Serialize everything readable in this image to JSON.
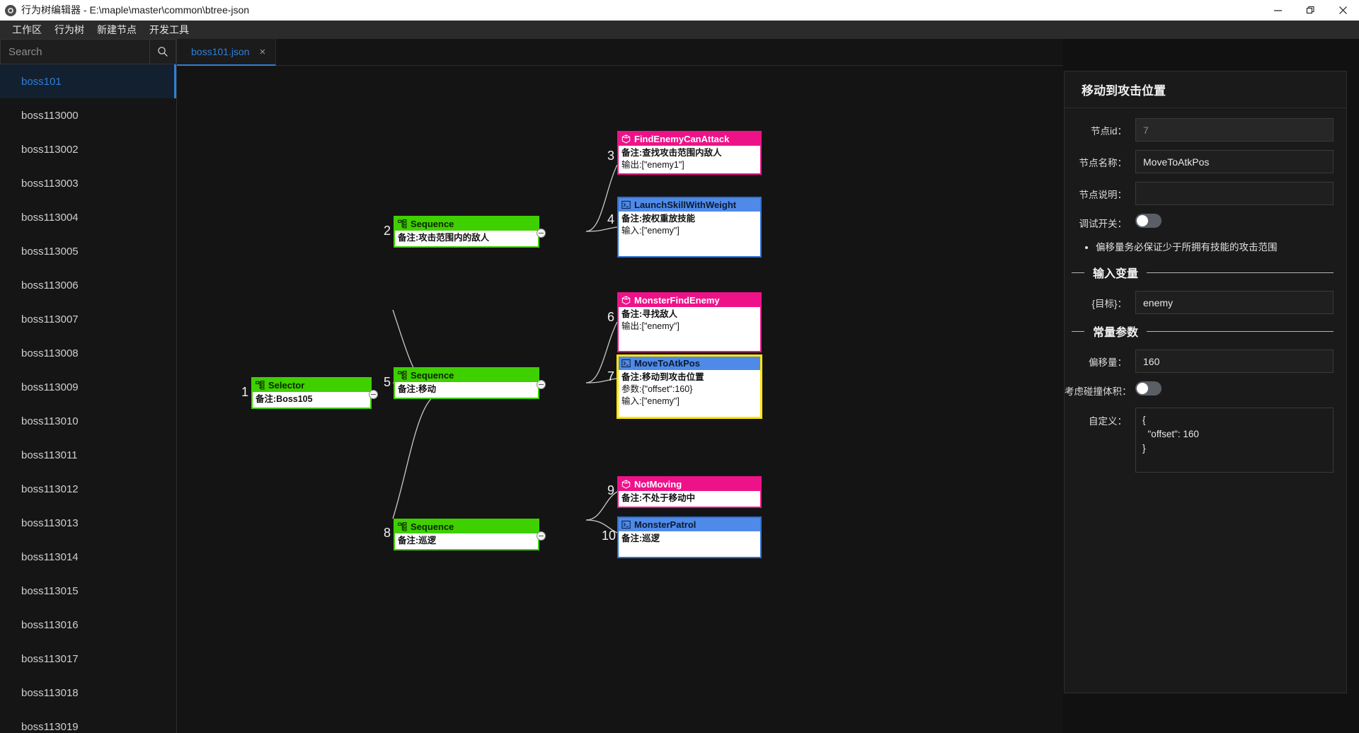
{
  "window": {
    "title": "行为树编辑器 - E:\\maple\\master\\common\\btree-json",
    "app_icon": "app-logo-icon",
    "minimize": "minimize-icon",
    "maximize": "restore-icon",
    "close": "close-icon"
  },
  "menubar": {
    "items": [
      {
        "label": "工作区"
      },
      {
        "label": "行为树"
      },
      {
        "label": "新建节点"
      },
      {
        "label": "开发工具"
      }
    ]
  },
  "sidebar": {
    "search": {
      "placeholder": "Search",
      "value": "",
      "icon": "search-icon"
    },
    "items": [
      {
        "label": "boss101",
        "active": true
      },
      {
        "label": "boss113000",
        "active": false
      },
      {
        "label": "boss113002",
        "active": false
      },
      {
        "label": "boss113003",
        "active": false
      },
      {
        "label": "boss113004",
        "active": false
      },
      {
        "label": "boss113005",
        "active": false
      },
      {
        "label": "boss113006",
        "active": false
      },
      {
        "label": "boss113007",
        "active": false
      },
      {
        "label": "boss113008",
        "active": false
      },
      {
        "label": "boss113009",
        "active": false
      },
      {
        "label": "boss113010",
        "active": false
      },
      {
        "label": "boss113011",
        "active": false
      },
      {
        "label": "boss113012",
        "active": false
      },
      {
        "label": "boss113013",
        "active": false
      },
      {
        "label": "boss113014",
        "active": false
      },
      {
        "label": "boss113015",
        "active": false
      },
      {
        "label": "boss113016",
        "active": false
      },
      {
        "label": "boss113017",
        "active": false
      },
      {
        "label": "boss113018",
        "active": false
      },
      {
        "label": "boss113019",
        "active": false
      }
    ]
  },
  "tabs": [
    {
      "label": "boss101.json",
      "close": "×",
      "active": true
    }
  ],
  "graph": {
    "nodes": [
      {
        "index": "1",
        "kind": "composite",
        "icon": "tree-composite-icon",
        "title": "Selector",
        "lines": [
          "备注:Boss105"
        ],
        "selected": false
      },
      {
        "index": "2",
        "kind": "composite",
        "icon": "tree-composite-icon",
        "title": "Sequence",
        "lines": [
          "备注:攻击范围内的敌人"
        ],
        "selected": false
      },
      {
        "index": "3",
        "kind": "cond",
        "icon": "condition-cube-icon",
        "title": "FindEnemyCanAttack",
        "lines": [
          "备注:查找攻击范围内敌人",
          "输出:[\"enemy1\"]"
        ],
        "selected": false
      },
      {
        "index": "4",
        "kind": "action",
        "icon": "action-terminal-icon",
        "title": "LaunchSkillWithWeight",
        "lines": [
          "备注:按权重放技能",
          "输入:[\"enemy\"]"
        ],
        "selected": false
      },
      {
        "index": "5",
        "kind": "composite",
        "icon": "tree-composite-icon",
        "title": "Sequence",
        "lines": [
          "备注:移动"
        ],
        "selected": false
      },
      {
        "index": "6",
        "kind": "cond",
        "icon": "condition-cube-icon",
        "title": "MonsterFindEnemy",
        "lines": [
          "备注:寻找敌人",
          "输出:[\"enemy\"]"
        ],
        "selected": false
      },
      {
        "index": "7",
        "kind": "action",
        "icon": "action-terminal-icon",
        "title": "MoveToAtkPos",
        "lines": [
          "备注:移动到攻击位置",
          "参数:{\"offset\":160}",
          "输入:[\"enemy\"]"
        ],
        "selected": true
      },
      {
        "index": "8",
        "kind": "composite",
        "icon": "tree-composite-icon",
        "title": "Sequence",
        "lines": [
          "备注:巡逻"
        ],
        "selected": false
      },
      {
        "index": "9",
        "kind": "cond",
        "icon": "condition-cube-icon",
        "title": "NotMoving",
        "lines": [
          "备注:不处于移动中"
        ],
        "selected": false
      },
      {
        "index": "10",
        "kind": "action",
        "icon": "action-terminal-icon",
        "title": "MonsterPatrol",
        "lines": [
          "备注:巡逻"
        ],
        "selected": false
      }
    ]
  },
  "inspector": {
    "title": "移动到攻击位置",
    "fields": {
      "node_id_label": "节点id：",
      "node_id_value": "7",
      "node_name_label": "节点名称：",
      "node_name_value": "MoveToAtkPos",
      "node_desc_label": "节点说明：",
      "node_desc_value": "",
      "debug_label": "调试开关：",
      "debug_on": false
    },
    "notes": [
      "偏移量务必保证少于所拥有技能的攻击范围"
    ],
    "input_section": {
      "label": "输入变量",
      "rows": [
        {
          "label": "{目标}：",
          "value": "enemy"
        }
      ]
    },
    "const_section": {
      "label": "常量参数",
      "rows": [
        {
          "label": "偏移量：",
          "value": "160"
        }
      ],
      "collide_label": "考虑碰撞体积：",
      "collide_on": false
    },
    "custom": {
      "label": "自定义：",
      "value": "{\n  \"offset\": 160\n}"
    }
  }
}
